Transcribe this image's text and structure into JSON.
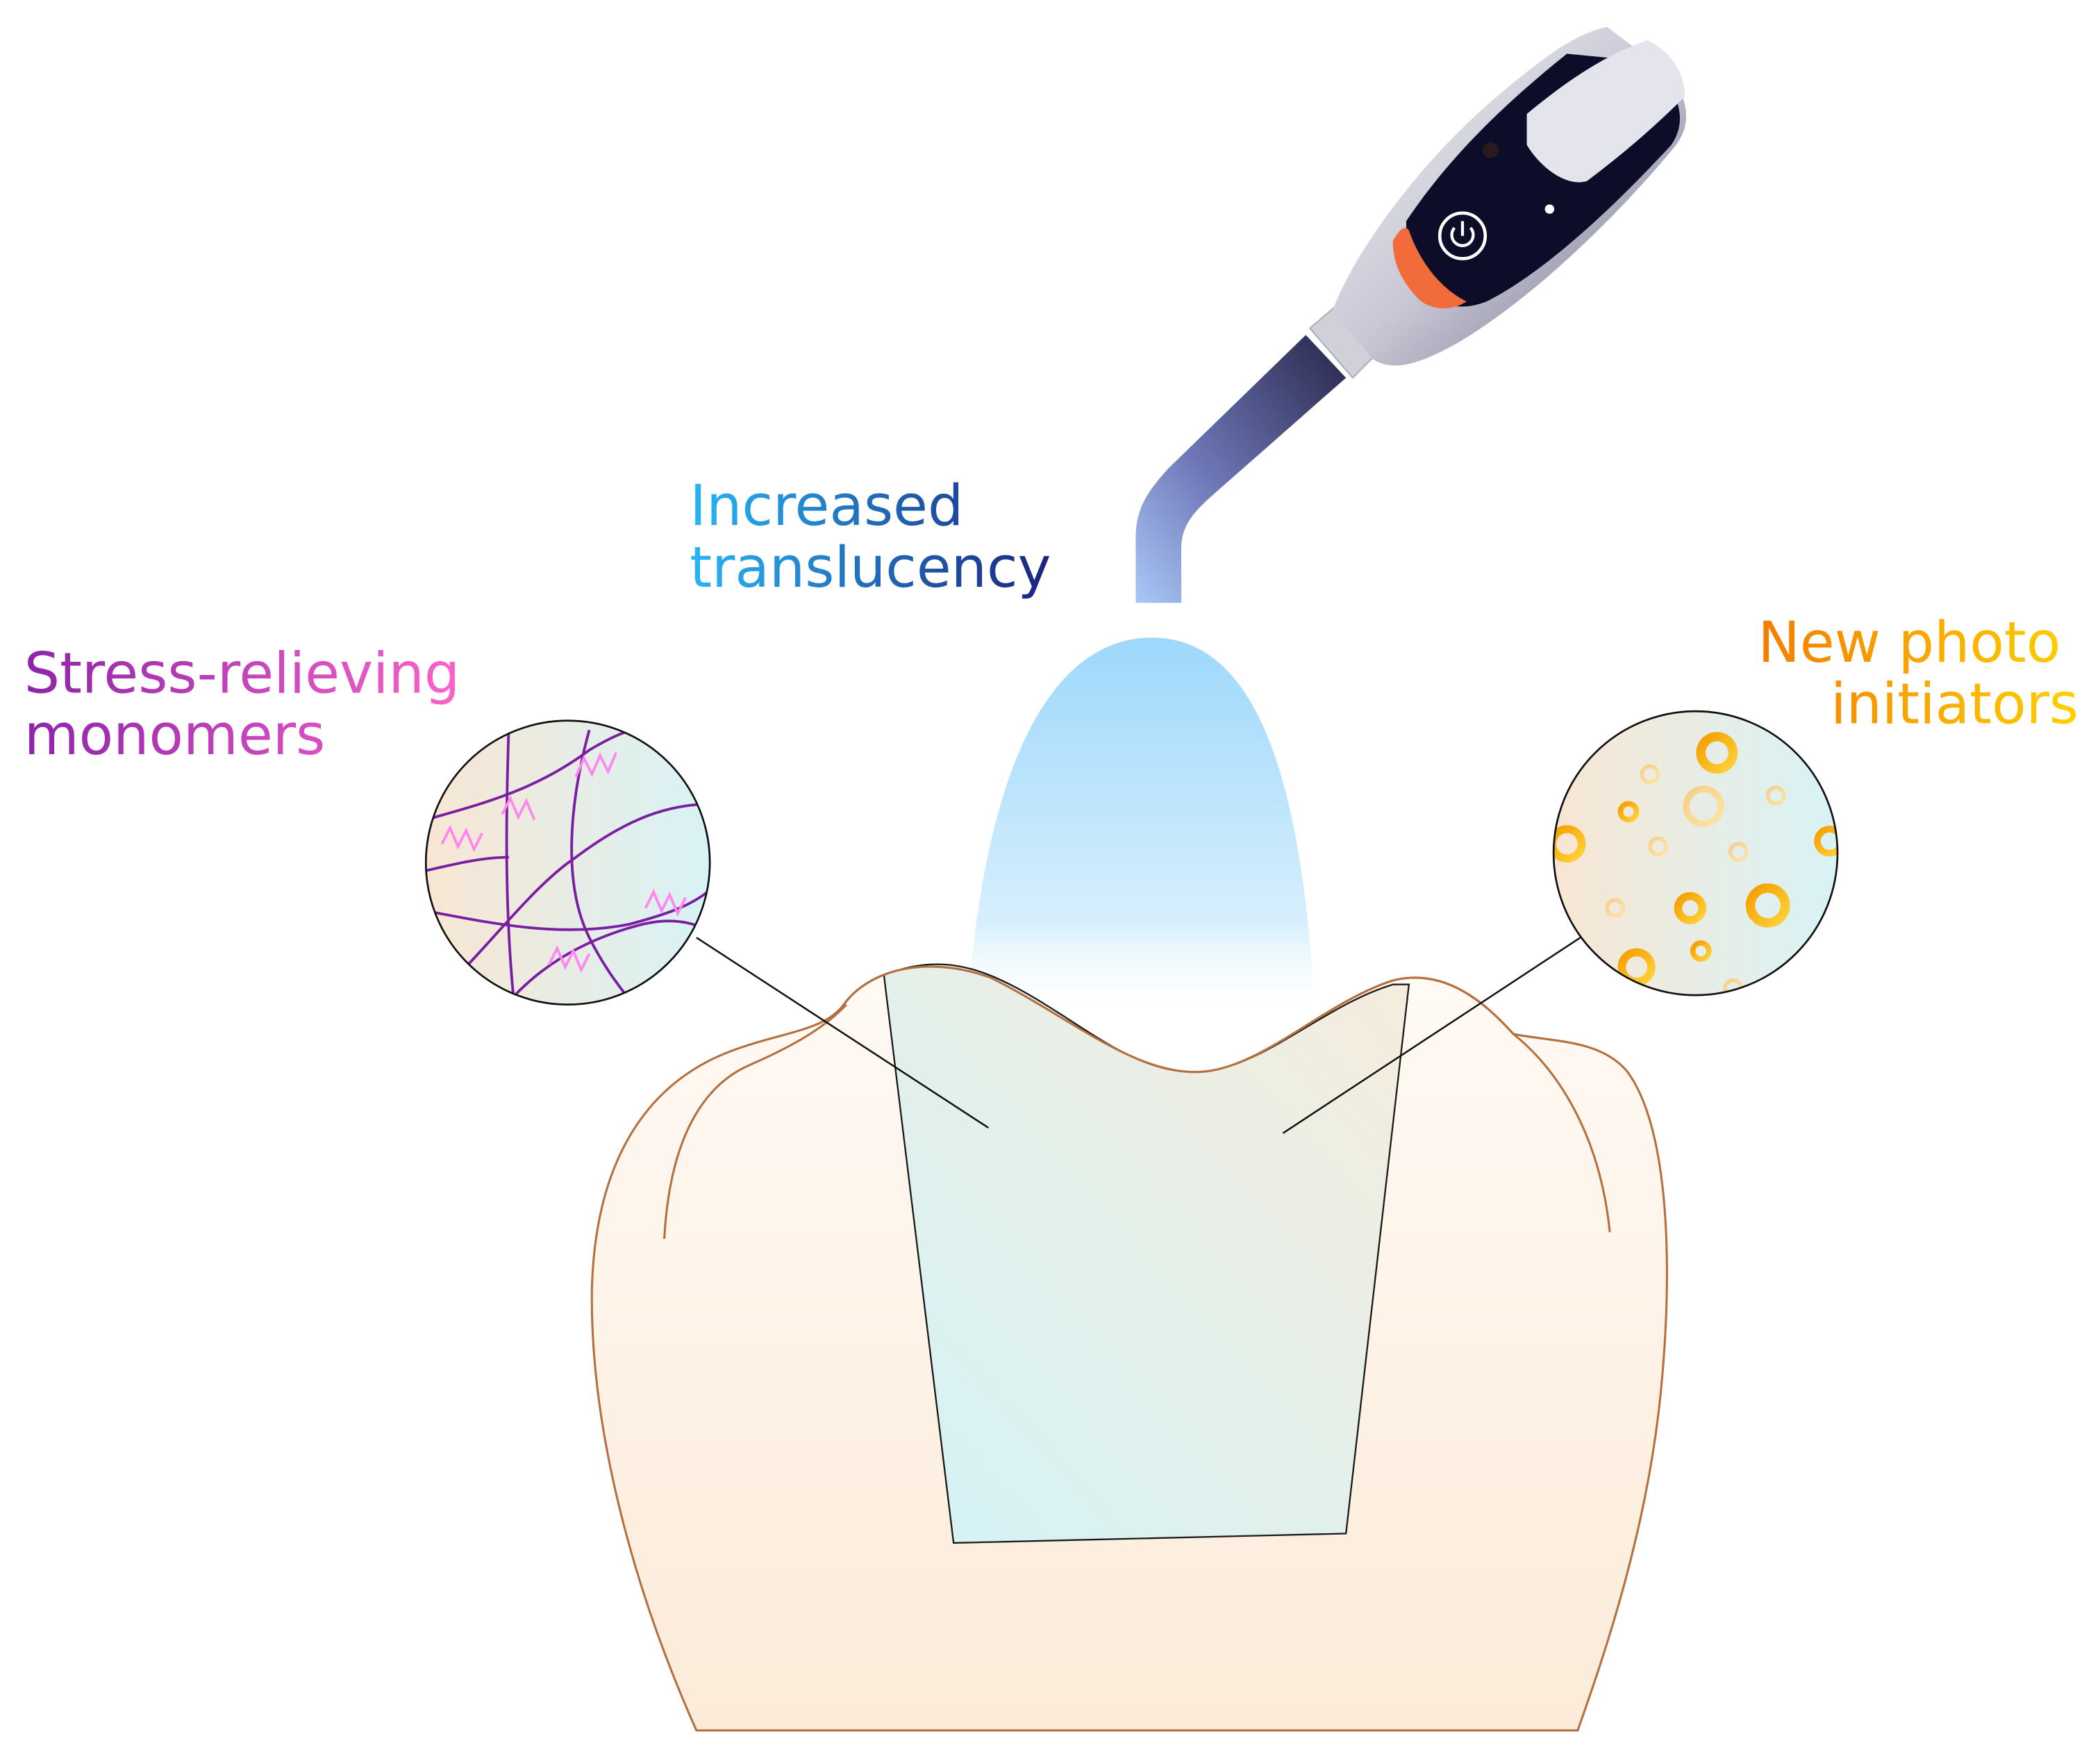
{
  "labels": {
    "translucency": {
      "line1": "Increased",
      "line2": "translucency"
    },
    "stress": {
      "line1": "Stress-relieving",
      "line2": "monomers"
    },
    "photo": {
      "line1": "New photo",
      "line2": "initiators"
    }
  },
  "colors": {
    "translucency_start": "#29b6f6",
    "translucency_end": "#1a237e",
    "stress_start": "#8e24aa",
    "stress_end": "#ff66cc",
    "photo_start": "#f57c00",
    "photo_end": "#ffd000",
    "tooth_outline": "#b5703f",
    "tooth_fill": "#fdf1e4",
    "restoration_fill": "#d5f1f3",
    "polymer_chain": "#7b1fa2",
    "spring": "#ff88ee",
    "initiator_ring": "#f5a300",
    "device_body": "#d4d4de",
    "device_panel": "#0d0d2a",
    "device_accent": "#f26b3a",
    "light_beam": "#9ed8fb"
  },
  "icons": {
    "power_button": "power-icon"
  }
}
